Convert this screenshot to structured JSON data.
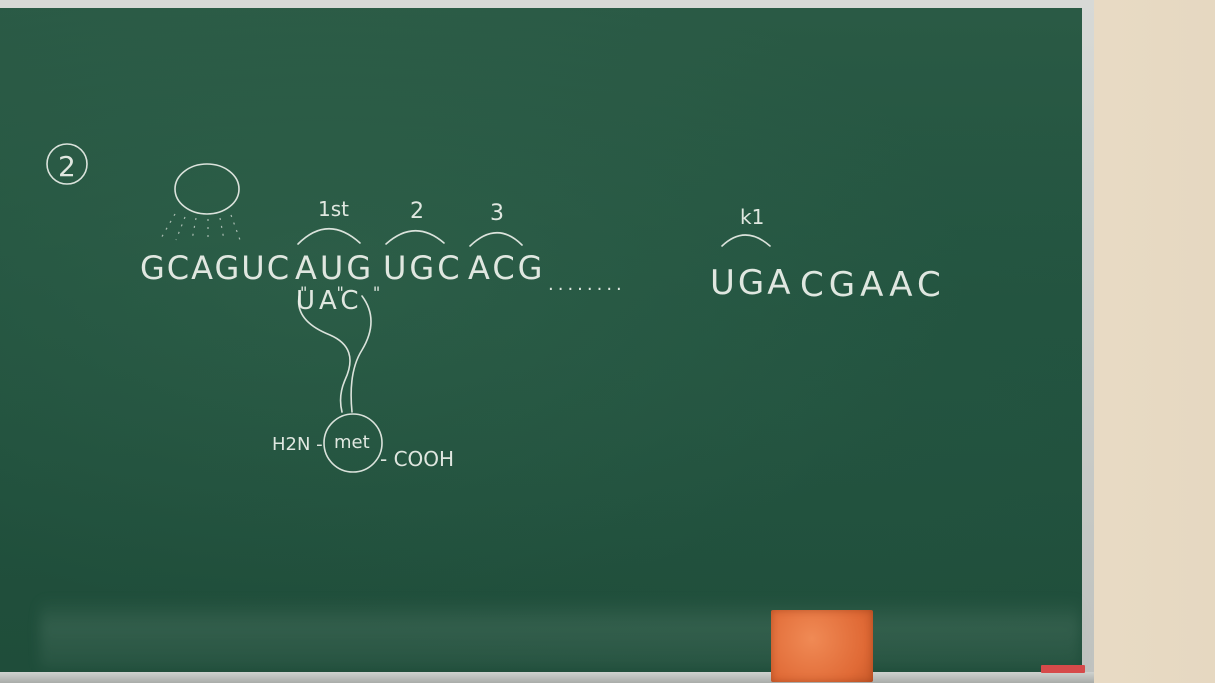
{
  "board": {
    "step_number": "2",
    "strand_left": "GCAGUC",
    "codons": [
      {
        "label": "1st",
        "seq": "AUG"
      },
      {
        "label": "2",
        "seq": "UGC"
      },
      {
        "label": "3",
        "seq": "ACG"
      }
    ],
    "anticodon": "UAC",
    "pairing_marks": "\" \" \"",
    "ellipsis": "........",
    "stop_codon": {
      "label": "k1",
      "seq": "UGA"
    },
    "strand_right": "CGAAC",
    "amino_acid": {
      "n_terminus": "H2N -",
      "name": "met",
      "c_terminus": "- COOH"
    }
  },
  "colors": {
    "board": "#22533f",
    "chalk": "#eef2ec",
    "eraser": "#e06a36",
    "wall": "#e9dcc6"
  }
}
